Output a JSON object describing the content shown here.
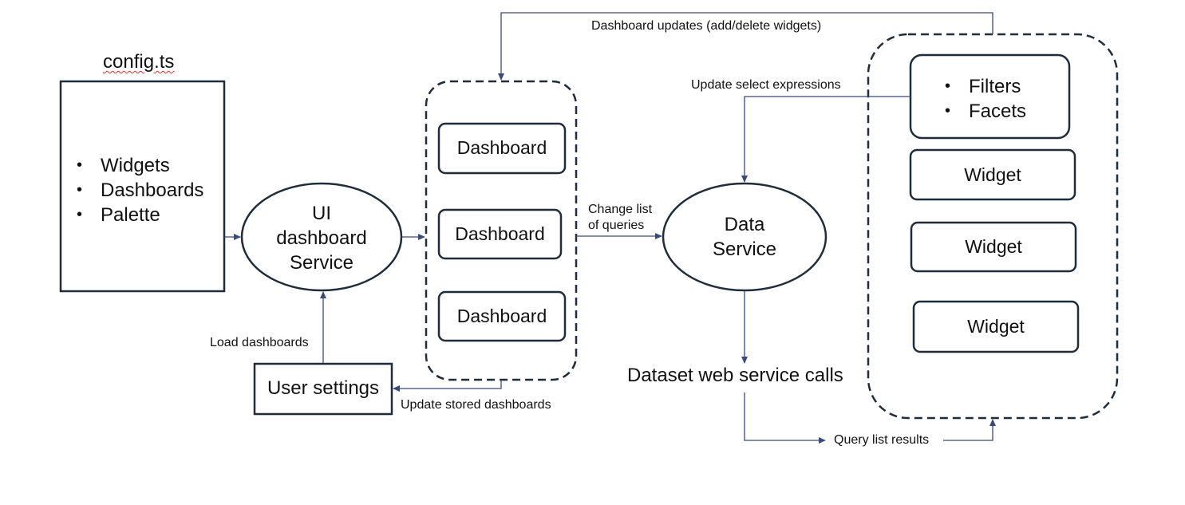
{
  "config": {
    "title": "config.ts",
    "items": [
      "Widgets",
      "Dashboards",
      "Palette"
    ]
  },
  "ui_service": {
    "line1": "UI",
    "line2": "dashboard",
    "line3": "Service"
  },
  "user_settings": {
    "label": "User settings"
  },
  "dashboards": {
    "items": [
      "Dashboard",
      "Dashboard",
      "Dashboard"
    ]
  },
  "data_service": {
    "line1": "Data",
    "line2": "Service"
  },
  "dataset_calls": {
    "label": "Dataset web service calls"
  },
  "right_group": {
    "filters_items": [
      "Filters",
      "Facets"
    ],
    "widgets": [
      "Widget",
      "Widget",
      "Widget"
    ]
  },
  "edge_labels": {
    "dashboard_updates": "Dashboard updates (add/delete widgets)",
    "update_select": "Update select expressions",
    "change_list_1": "Change list",
    "change_list_2": "of queries",
    "load_dashboards": "Load dashboards",
    "update_stored": "Update stored dashboards",
    "query_results": "Query list results"
  },
  "colors": {
    "box_border": "#1f2d3a",
    "arrow": "#3a4a7a",
    "dashed": "#1f2d3a",
    "text": "#111111"
  }
}
